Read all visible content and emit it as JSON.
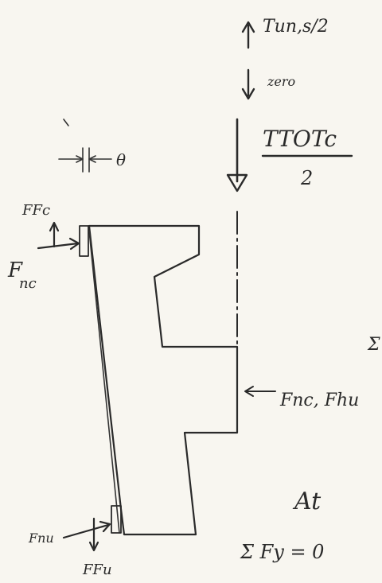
{
  "labels": {
    "top_right_arrow": "Tun,s/2",
    "zero_label": "zero",
    "ttot_numerator": "TTOTc",
    "ttot_denominator": "2",
    "theta": "θ",
    "ffc": "FFc",
    "fnc_letter": "F",
    "fnc_subscript": "nc",
    "fnc_fhu": "Fnc, Fhu",
    "at_label": "At",
    "fnu": "Fnu",
    "ffu": "FFu",
    "sum_fy": "Σ Fy = 0",
    "edge_mark": "Σ"
  },
  "colors": {
    "ink": "#2a2a2a",
    "paper": "#f8f6f0"
  }
}
